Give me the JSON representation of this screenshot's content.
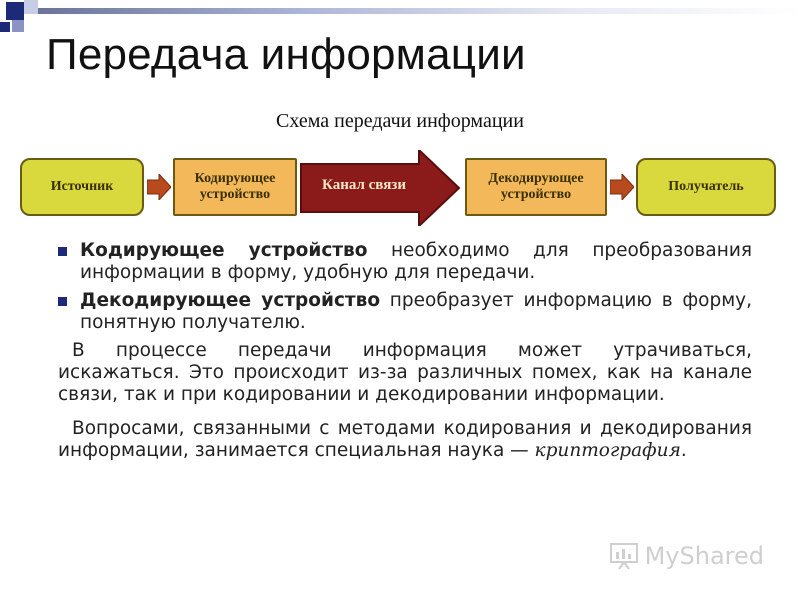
{
  "slide": {
    "title": "Передача информации",
    "schema_title": "Схема передачи информации"
  },
  "diagram": {
    "source": "Источник",
    "encoder": "Кодирующее устройство",
    "channel": "Канал связи",
    "decoder": "Декодирующее устройство",
    "receiver": "Получатель"
  },
  "bullets": [
    {
      "bold": "Кодирующее устройство",
      "text": " необходимо для преобразования информации в форму, удобную для передачи."
    },
    {
      "bold": "Декодирующее устройство",
      "text": " преобразует информацию в форму, понятную получателю."
    }
  ],
  "paragraphs": {
    "p1": "В процессе передачи информация может утрачиваться, искажаться. Это происходит из-за различных помех, как на канале связи, так и при кодировании и декодировании информации.",
    "p2_lead": "Вопросами, связанными с методами кодирования и декодирования информации, занимается специальная наука — ",
    "p2_term": "криптография",
    "p2_end": "."
  },
  "watermark": {
    "text": "MyShared"
  },
  "colors": {
    "yellow_box": "#d9d93d",
    "orange_box": "#f2b85a",
    "channel_arrow": "#8b1a1a",
    "bullet": "#1d2a78"
  }
}
